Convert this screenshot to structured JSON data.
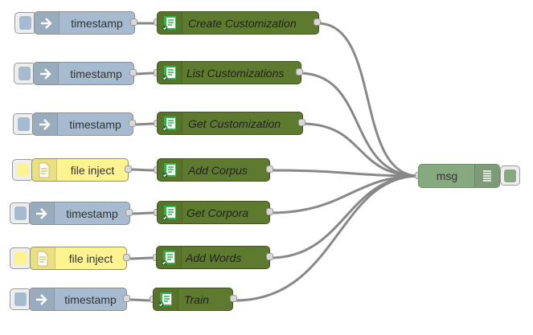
{
  "flow": {
    "inject_nodes": [
      {
        "label": "timestamp",
        "type": "inject"
      },
      {
        "label": "timestamp",
        "type": "inject"
      },
      {
        "label": "timestamp",
        "type": "inject"
      },
      {
        "label": "file inject",
        "type": "file"
      },
      {
        "label": "timestamp",
        "type": "inject"
      },
      {
        "label": "file inject",
        "type": "file"
      },
      {
        "label": "timestamp",
        "type": "inject"
      }
    ],
    "function_nodes": [
      {
        "label": "Create Customization"
      },
      {
        "label": "List Customizations"
      },
      {
        "label": "Get Customization"
      },
      {
        "label": "Add Corpus"
      },
      {
        "label": "Get Corpora"
      },
      {
        "label": "Add Words"
      },
      {
        "label": "Train"
      }
    ],
    "debug_node": {
      "label": "msg"
    }
  },
  "icons": {
    "inject": "arrow-right-icon",
    "file": "file-icon",
    "function": "function-doc-icon",
    "debug": "debug-list-icon"
  },
  "colors": {
    "inject": "#a6bbcf",
    "file": "#fdf390",
    "function": "#5e7a2e",
    "debug": "#87a980",
    "wire": "#888888"
  }
}
